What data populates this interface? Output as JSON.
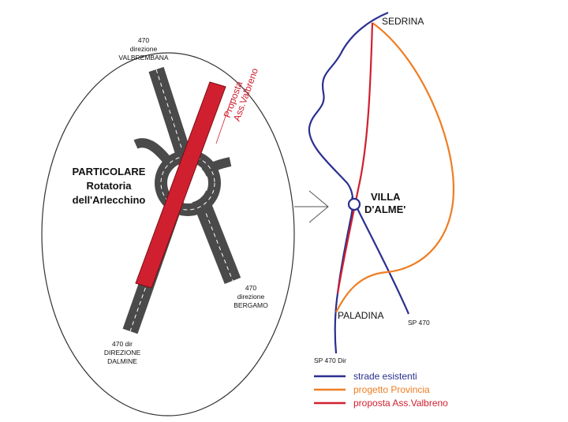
{
  "inset": {
    "title": [
      "PARTICOLARE",
      "Rotatoria",
      "dell'Arlecchino"
    ],
    "label_valbrembana": [
      "470",
      "direzione",
      "VALBREMBANA"
    ],
    "label_bergamo": [
      "470",
      "direzione",
      "BERGAMO"
    ],
    "label_dalmine": [
      "470 dir",
      "DIREZIONE",
      "DALMINE"
    ],
    "proposal_label": [
      "Proposta",
      "Ass.Valbreno"
    ]
  },
  "map": {
    "places": {
      "sedrina": "SEDRINA",
      "villa": [
        "VILLA",
        "D'ALME'"
      ],
      "paladina": "PALADINA",
      "sp470": "SP 470",
      "sp470dir": "SP 470 Dir"
    }
  },
  "legend": [
    {
      "label": "strade esistenti",
      "color": "#2b2f8f"
    },
    {
      "label": "progetto Provincia",
      "color": "#ef7d22"
    },
    {
      "label": "proposta Ass.Valbreno",
      "color": "#d0202f"
    }
  ],
  "colors": {
    "road": "#4a4a4a",
    "existing": "#2b2f8f",
    "provincia": "#ef7d22",
    "valbreno": "#d0202f"
  }
}
